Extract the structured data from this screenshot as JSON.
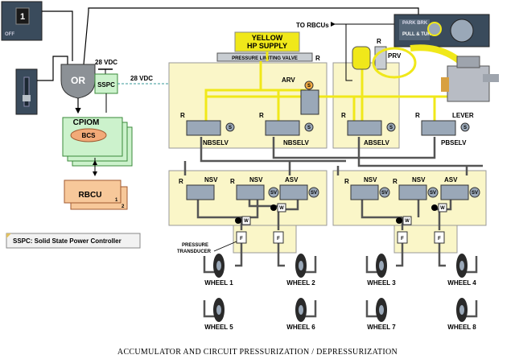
{
  "caption": "ACCUMULATOR AND CIRCUIT PRESSURIZATION / DEPRESSURIZATION",
  "colors": {
    "panel": "#faf6c8",
    "yellow_line": "#f0e81a",
    "grey_line": "#555555",
    "valve": "#9aa8b8",
    "cpiom": "#ccf2cc",
    "rbcu": "#f7c89a",
    "bcs": "#f2aa78"
  },
  "labels": {
    "or": "OR",
    "vdc_top": "28 VDC",
    "vdc_side": "28 VDC",
    "sspc": "SSPC",
    "cpiom": "CPIOM",
    "bcs": "BCS",
    "rbcu": "RBCU",
    "rbcu_num1": "1",
    "rbcu_num2": "2",
    "sspc_note": "SSPC: Solid State Power Controller",
    "yellow_supply_1": "YELLOW",
    "yellow_supply_2": "HP SUPPLY",
    "plv": "PRESSURE LIMITING VALVE",
    "r": "R",
    "arv": "ARV",
    "s": "S",
    "sv": "SV",
    "w": "W",
    "f": "F",
    "to_rbcus": "TO RBCUs",
    "prv": "PRV",
    "lever": "LEVER",
    "pressure_transducer_1": "PRESSURE",
    "pressure_transducer_2": "TRANSDUCER",
    "panel_a_valve1": "NBSELV",
    "panel_a_valve2": "NBSELV",
    "panel_b_valve1": "ABSELV",
    "panel_b_valve2": "PBSELV",
    "nsv": "NSV",
    "asv": "ASV",
    "pull_turn": "PULL & TURN",
    "panel_switch": "1",
    "panel_off": "OFF",
    "handle_label": "PARK BRK"
  },
  "wheels": [
    "WHEEL 1",
    "WHEEL 2",
    "WHEEL 3",
    "WHEEL 4",
    "WHEEL 5",
    "WHEEL 6",
    "WHEEL 7",
    "WHEEL 8"
  ]
}
